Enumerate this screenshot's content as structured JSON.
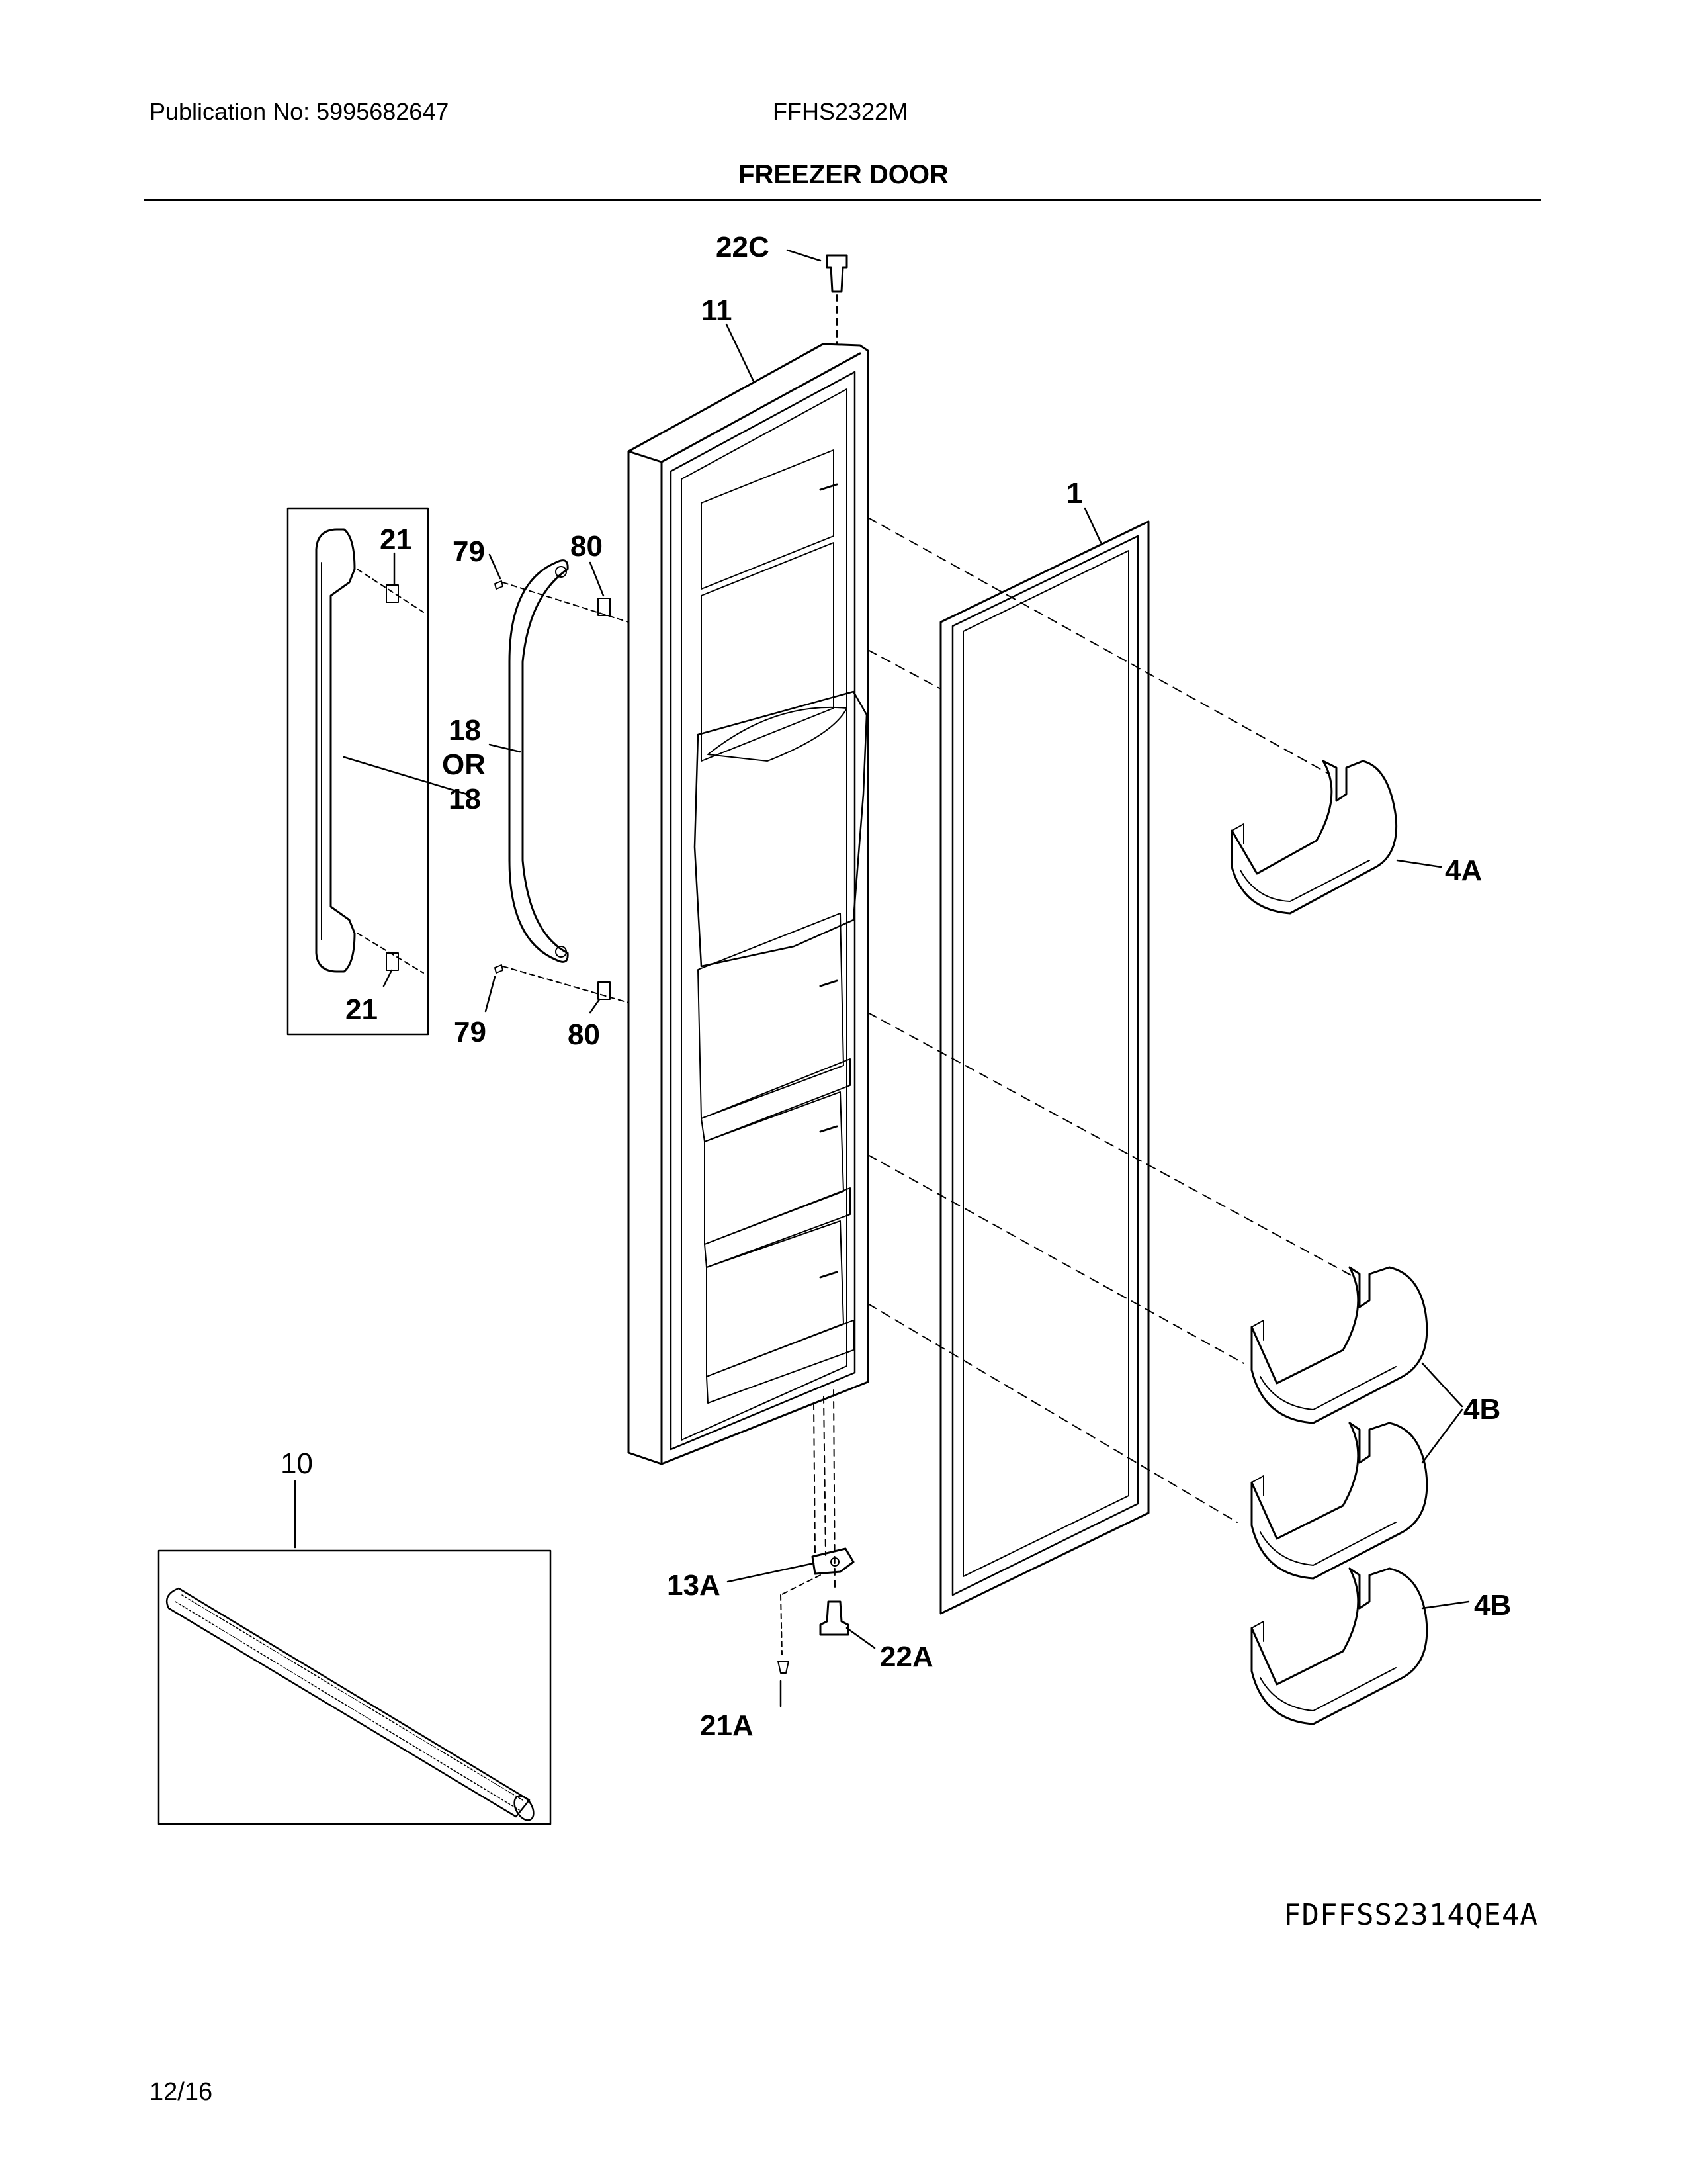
{
  "header": {
    "publication": "Publication No: 5995682647",
    "model": "FFHS2322M",
    "section_title": "FREEZER DOOR"
  },
  "callouts": {
    "c22C": "22C",
    "c11": "11",
    "c1": "1",
    "c21_top": "21",
    "c79_top": "79",
    "c80_top": "80",
    "c18a": "18",
    "cOR": "OR",
    "c18b": "18",
    "c21_bottom": "21",
    "c79_bottom": "79",
    "c80_bottom": "80",
    "c4A": "4A",
    "c4B_pair": "4B",
    "c4B_single": "4B",
    "c10": "10",
    "c13A": "13A",
    "c22A": "22A",
    "c21A": "21A"
  },
  "footer": {
    "figure_code": "FDFFSS2314QE4A",
    "page_date": "12/16"
  }
}
